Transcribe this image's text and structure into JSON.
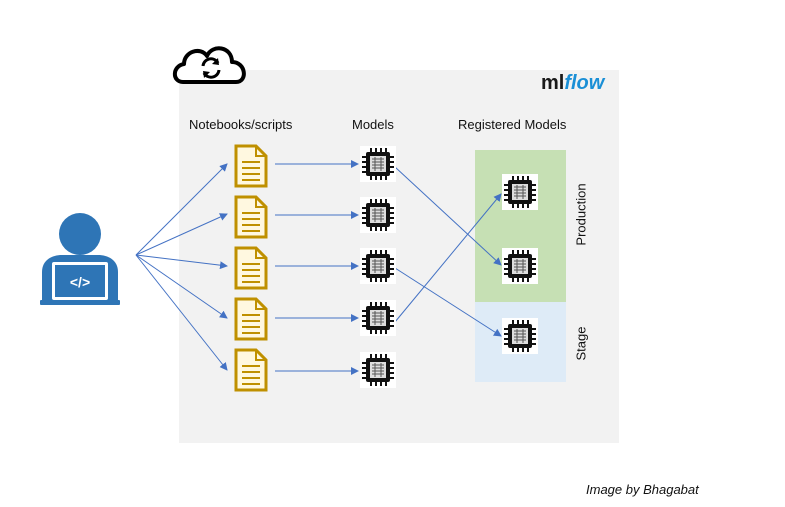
{
  "labels": {
    "notebooks": "Notebooks/scripts",
    "models": "Models",
    "registered": "Registered Models",
    "production": "Production",
    "stage": "Stage"
  },
  "logo": {
    "ml": "ml",
    "flow": "flow"
  },
  "credit": "Image by Bhagabat",
  "colors": {
    "panel": "#f2f2f2",
    "production": "#c6e0b4",
    "stage": "#deebf7",
    "arrow": "#4472c4",
    "doc": "#bf9000",
    "user": "#2e75b6"
  },
  "icons": {
    "cloud": "cloud-sync-icon",
    "user": "developer-laptop-icon",
    "document": "document-icon",
    "chip": "chip-model-icon"
  }
}
